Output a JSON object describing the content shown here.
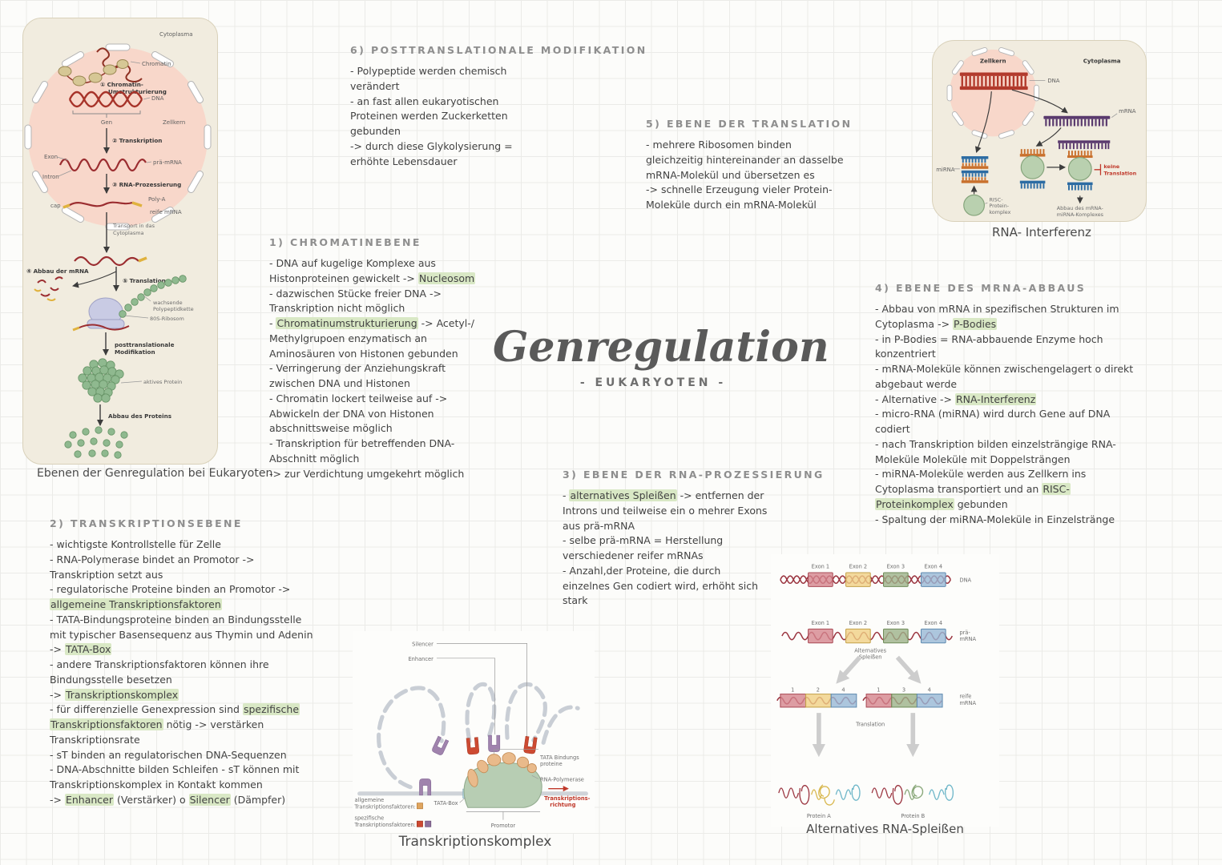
{
  "page": {
    "title": "Genregulation",
    "subtitle": "- EUKARYOTEN -"
  },
  "colors": {
    "highlight": "#d9e8c5",
    "red_accent": "#c0392b",
    "panel_bg": "#f1ecdf",
    "green_protein": "#8fb98f",
    "dna_red": "#a73329",
    "mrna_purple": "#5a3a6e",
    "mirna_blue": "#2d6ca3",
    "mirna_orange": "#c9702c"
  },
  "sections": {
    "s1": {
      "heading": "1) CHROMATINEBENE",
      "bullets": [
        [
          {
            "t": "- DNA auf kugelige Komplexe aus Histonproteinen gewickelt -> "
          },
          {
            "t": "Nucleosom",
            "hl": true
          }
        ],
        [
          {
            "t": "- dazwischen Stücke freier DNA -> Transkription nicht möglich"
          }
        ],
        [
          {
            "t": "- "
          },
          {
            "t": "Chromatinumstrukturierung",
            "hl": true
          },
          {
            "t": " -> Acetyl-/ Methylgrupoen enzymatisch an Aminosäuren von Histonen gebunden"
          }
        ],
        [
          {
            "t": "- Verringerung der Anziehungskraft zwischen DNA und Histonen"
          }
        ],
        [
          {
            "t": "- Chromatin lockert teilweise auf -> Abwickeln der DNA von Histonen abschnittsweise möglich"
          }
        ],
        [
          {
            "t": "- Transkription für betreffenden DNA-Abschnitt möglich"
          }
        ],
        [
          {
            "t": "-> zur Verdichtung umgekehrt möglich"
          }
        ]
      ]
    },
    "s2": {
      "heading": "2) TRANSKRIPTIONSEBENE",
      "bullets": [
        [
          {
            "t": "- wichtigste Kontrollstelle für Zelle"
          }
        ],
        [
          {
            "t": "- RNA-Polymerase bindet an Promotor -> Transkription setzt aus"
          }
        ],
        [
          {
            "t": "- regulatorische Proteine binden an Promotor -> "
          },
          {
            "t": "allgemeine Transkriptionsfaktoren",
            "hl": true
          }
        ],
        [
          {
            "t": "- TATA-Bindungsproteine binden an Bindungsstelle mit typischer Basensequenz aus Thymin und Adenin -> "
          },
          {
            "t": "TATA-Box",
            "hl": true
          }
        ],
        [
          {
            "t": "- andere Transkriptionsfaktoren können ihre Bindungsstelle besetzen"
          }
        ],
        [
          {
            "t": "-> "
          },
          {
            "t": "Transkriptionskomplex",
            "hl": true
          }
        ],
        [
          {
            "t": "- für differenzielle Genexpression sind "
          },
          {
            "t": "spezifische Transkriptionsfaktoren",
            "hl": true
          },
          {
            "t": " nötig -> verstärken Transkriptionsrate"
          }
        ],
        [
          {
            "t": "- sT binden an regulatorischen DNA-Sequenzen"
          }
        ],
        [
          {
            "t": "- DNA-Abschnitte bilden Schleifen - sT können mit Transkriptionskomplex in Kontakt kommen"
          }
        ],
        [
          {
            "t": "-> "
          },
          {
            "t": "Enhancer",
            "hl": true
          },
          {
            "t": " (Verstärker) o "
          },
          {
            "t": "Silencer",
            "hl": true
          },
          {
            "t": " (Dämpfer)"
          }
        ]
      ]
    },
    "s3": {
      "heading": "3) EBENE DER RNA-PROZESSIERUNG",
      "bullets": [
        [
          {
            "t": "- "
          },
          {
            "t": "alternatives Spleißen",
            "hl": true
          },
          {
            "t": " -> entfernen der Introns und teilweise ein o mehrer Exons aus prä-mRNA"
          }
        ],
        [
          {
            "t": "- selbe prä-mRNA = Herstellung verschiedener reifer mRNAs"
          }
        ],
        [
          {
            "t": "- Anzahl,der Proteine, die durch einzelnes Gen codiert wird, erhöht sich stark"
          }
        ]
      ]
    },
    "s4": {
      "heading": "4) EBENE DES MRNA-ABBAUS",
      "bullets": [
        [
          {
            "t": "- Abbau von mRNA in spezifischen Strukturen im Cytoplasma -> "
          },
          {
            "t": "P-Bodies",
            "hl": true
          }
        ],
        [
          {
            "t": "- in P-Bodies = RNA-abbauende Enzyme hoch konzentriert"
          }
        ],
        [
          {
            "t": "- mRNA-Moleküle können zwischengelagert o direkt abgebaut werde"
          }
        ],
        [
          {
            "t": "- Alternative -> "
          },
          {
            "t": "RNA-Interferenz",
            "hl": true
          }
        ],
        [
          {
            "t": "- micro-RNA (miRNA) wird durch Gene auf DNA codiert"
          }
        ],
        [
          {
            "t": "- nach Transkription bilden einzelsträngige RNA-Moleküle Moleküle mit Doppelsträngen"
          }
        ],
        [
          {
            "t": "- miRNA-Moleküle werden aus Zellkern ins Cytoplasma transportiert und an "
          },
          {
            "t": "RISC-Proteinkomplex",
            "hl": true
          },
          {
            "t": " gebunden"
          }
        ],
        [
          {
            "t": "- Spaltung der miRNA-Moleküle in Einzelstränge"
          }
        ]
      ]
    },
    "s5": {
      "heading": "5) EBENE DER TRANSLATION",
      "bullets": [
        [
          {
            "t": "- mehrere Ribosomen binden gleichzeitig hintereinander an dasselbe mRNA-Molekül und übersetzen es"
          }
        ],
        [
          {
            "t": "-> schnelle Erzeugung vieler Protein-Moleküle durch ein mRNA-Molekül"
          }
        ]
      ]
    },
    "s6": {
      "heading": "6) POSTTRANSLATIONALE MODIFIKATION",
      "bullets": [
        [
          {
            "t": "- Polypeptide werden chemisch verändert"
          }
        ],
        [
          {
            "t": "- an fast allen eukaryotischen Proteinen werden Zuckerketten gebunden"
          }
        ],
        [
          {
            "t": "-> durch diese Glykolysierung = erhöhte Lebensdauer"
          }
        ]
      ]
    }
  },
  "levels_diagram": {
    "caption": "Ebenen der Genregulation bei Eukaryoten",
    "cytoplasma": "Cytoplasma",
    "chromatin": "Chromatin",
    "step1a": "① Chromatin-",
    "step1b": "Umstrukturierung",
    "dna": "DNA",
    "gen": "Gen",
    "zellkern": "Zellkern",
    "step2": "② Transkription",
    "exon": "Exon",
    "intron": "Intron",
    "pra_mrna": "prä-mRNA",
    "step3": "③ RNA-Prozessierung",
    "cap": "cap",
    "poly_a": "Poly-A",
    "reife_mrna": "reife mRNA",
    "transport1": "Transport in das",
    "transport2": "Cytoplasma",
    "step4": "④ Abbau der mRNA",
    "step5": "⑤ Translation",
    "chain1": "wachsende",
    "chain2": "Polypeptidkette",
    "ribosom": "80S-Ribosom",
    "ptm1": "posttranslationale",
    "ptm2": "Modifikation",
    "aktiv": "aktives Protein",
    "abbau": "Abbau des Proteins"
  },
  "rnai_diagram": {
    "caption": "RNA- Interferenz",
    "zellkern": "Zellkern",
    "cytoplasma": "Cytoplasma",
    "dna": "DNA",
    "mrna": "mRNA",
    "mirna": "miRNA",
    "risc1": "RISC-",
    "risc2": "Protein-",
    "risc3": "komplex",
    "keine1": "keine",
    "keine2": "Translation",
    "abbau1": "Abbau des mRNA-",
    "abbau2": "miRNA-Komplexes"
  },
  "tk_diagram": {
    "caption": "Transkriptionskomplex",
    "silencer": "Silencer",
    "enhancer": "Enhancer",
    "tata_bp1": "TATA Bindungs",
    "tata_bp2": "proteine",
    "polymerase": "RNA-Polymerase",
    "tata_box": "TATA-Box",
    "richtung1": "Transkriptions-",
    "richtung2": "richtung",
    "promotor": "Promotor",
    "leg_allg1": "allgemeine",
    "leg_allg2": "Transkriptionsfaktoren:",
    "leg_spez1": "spezifische",
    "leg_spez2": "Transkriptionsfaktoren:"
  },
  "splice_diagram": {
    "caption": "Alternatives RNA-Spleißen",
    "exon1": "Exon 1",
    "exon2": "Exon 2",
    "exon3": "Exon 3",
    "exon4": "Exon 4",
    "dna": "DNA",
    "pra1": "prä-",
    "pra2": "mRNA",
    "alt1": "Alternatives",
    "alt2": "Spleißen",
    "n1": "1",
    "n2": "2",
    "n3": "3",
    "n4": "4",
    "reife1": "reife",
    "reife2": "mRNA",
    "translation": "Translation",
    "protein_a": "Protein A",
    "protein_b": "Protein B"
  }
}
